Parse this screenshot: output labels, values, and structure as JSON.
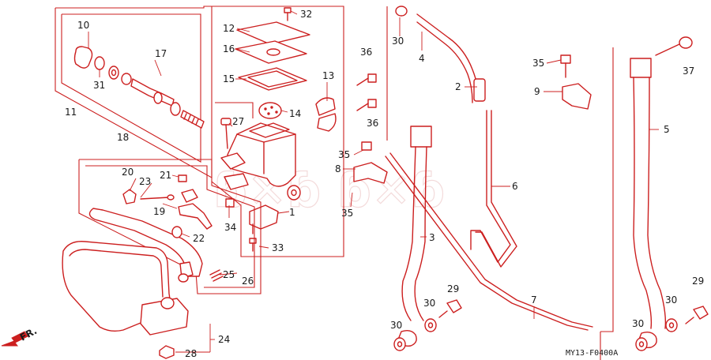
{
  "diagram": {
    "code": "MY13-F0400A",
    "direction_label": "FR.",
    "callouts": [
      "1",
      "2",
      "3",
      "4",
      "5",
      "6",
      "7",
      "8",
      "9",
      "10",
      "11",
      "12",
      "13",
      "14",
      "15",
      "16",
      "17",
      "18",
      "19",
      "20",
      "21",
      "22",
      "23",
      "24",
      "25",
      "26",
      "27",
      "28",
      "29",
      "30",
      "31",
      "32",
      "33",
      "34",
      "35",
      "36",
      "37"
    ],
    "colors": {
      "line": "#cc1f1f",
      "text": "#1a1a1a"
    }
  }
}
